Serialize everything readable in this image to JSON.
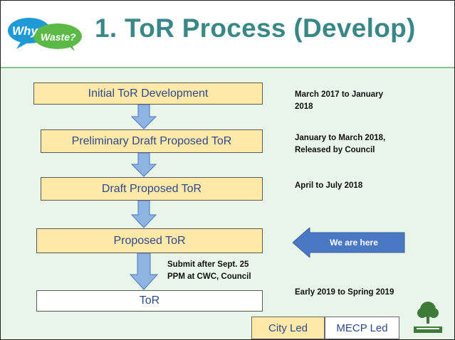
{
  "header": {
    "logo_line1": "Why",
    "logo_line2": "Waste?",
    "title": "1. ToR Process (Develop)"
  },
  "steps": [
    {
      "label": "Initial ToR Development",
      "timing": "March 2017 to January 2018"
    },
    {
      "label": "Preliminary Draft Proposed ToR",
      "timing": "January to March 2018, Released by Council"
    },
    {
      "label": "Draft Proposed ToR",
      "timing": "April to July 2018"
    },
    {
      "label": "Proposed ToR",
      "timing": ""
    },
    {
      "label": "ToR",
      "timing": "Early 2019 to Spring 2019"
    }
  ],
  "notes": {
    "timing_0_line1": "March 2017 to January",
    "timing_0_line2": "2018",
    "timing_1_line1": "January to March 2018,",
    "timing_1_line2": "Released by Council",
    "timing_2": "April to July 2018",
    "timing_4": "Early 2019 to Spring 2019",
    "submit_line1": "Submit after Sept. 25",
    "submit_line2": "PPM at CWC, Council"
  },
  "current_marker": "We are here",
  "legend": {
    "city_led": "City Led",
    "mecp_led": "MECP Led"
  },
  "colors": {
    "title": "#3a8787",
    "slide_background": "#e8f5e8",
    "city_led_fill": "#ffe9a8",
    "mecp_led_fill": "#ffffff",
    "arrow_fill": "#8fb4e3",
    "marker_arrow": "#4a78c2",
    "box_text": "#2e4a8c"
  },
  "icons": [
    "why-waste-logo-icon",
    "down-arrow-icon",
    "left-arrow-icon",
    "london-tree-logo-icon"
  ]
}
